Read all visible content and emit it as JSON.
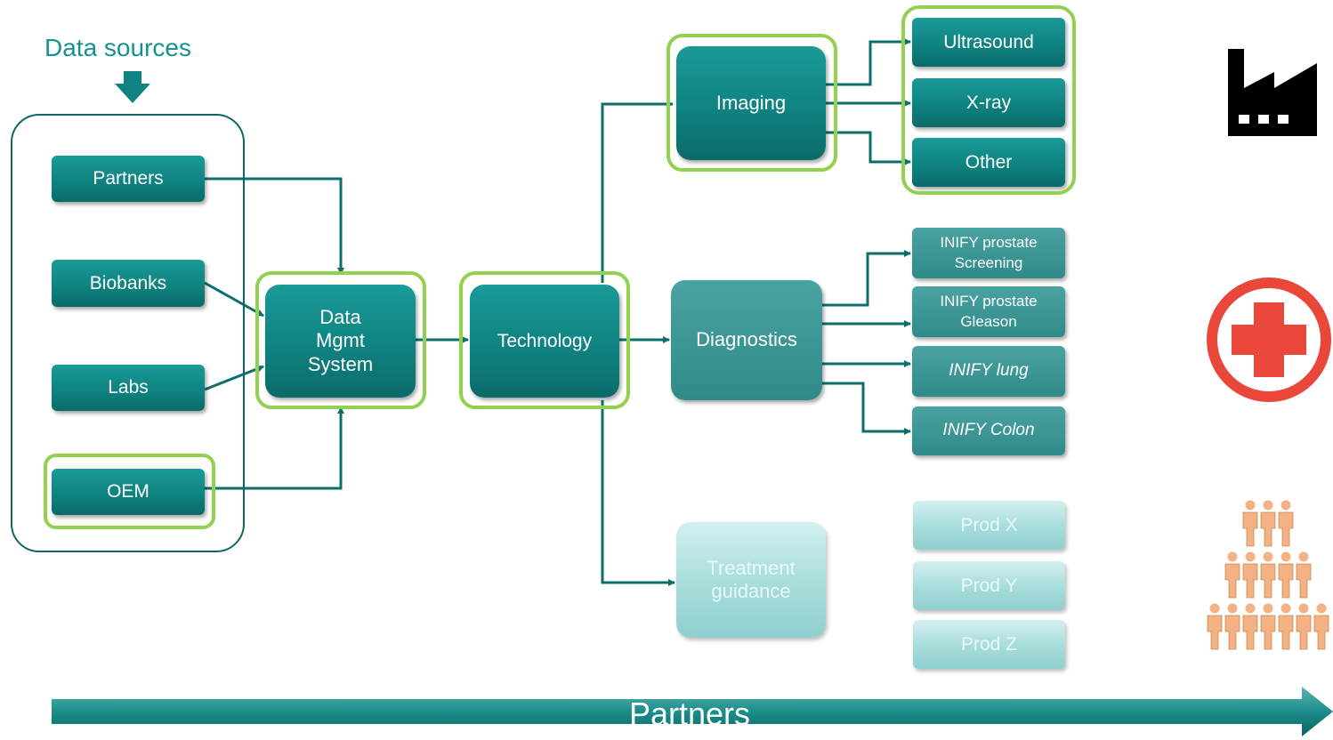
{
  "colors": {
    "teal": "#0f8381",
    "teal_dark": "#0b6462",
    "highlight": "#92d050",
    "connector": "#0d6f6d",
    "medical_red": "#e8473a",
    "people": "#f4b183"
  },
  "data_sources": {
    "title": "Data sources",
    "items": [
      "Partners",
      "Biobanks",
      "Labs",
      "OEM"
    ]
  },
  "core": {
    "dms": [
      "Data",
      "Mgmt",
      "System"
    ],
    "technology": "Technology"
  },
  "branches": {
    "imaging": {
      "label": "Imaging",
      "items": [
        "Ultrasound",
        "X-ray",
        "Other"
      ]
    },
    "diagnostics": {
      "label": "Diagnostics",
      "items": [
        {
          "line1": "INIFY  prostate",
          "line2": "Screening"
        },
        {
          "line1": "INIFY  prostate",
          "line2": "Gleason"
        },
        {
          "line1": "INIFY lung"
        },
        {
          "line1": "INIFY Colon"
        }
      ]
    },
    "treatment": {
      "label": [
        "Treatment",
        "guidance"
      ],
      "items": [
        "Prod X",
        "Prod Y",
        "Prod Z"
      ]
    }
  },
  "icons": [
    "factory-icon",
    "medical-cross-icon",
    "people-icon"
  ],
  "timeline": {
    "label": "Partners"
  }
}
